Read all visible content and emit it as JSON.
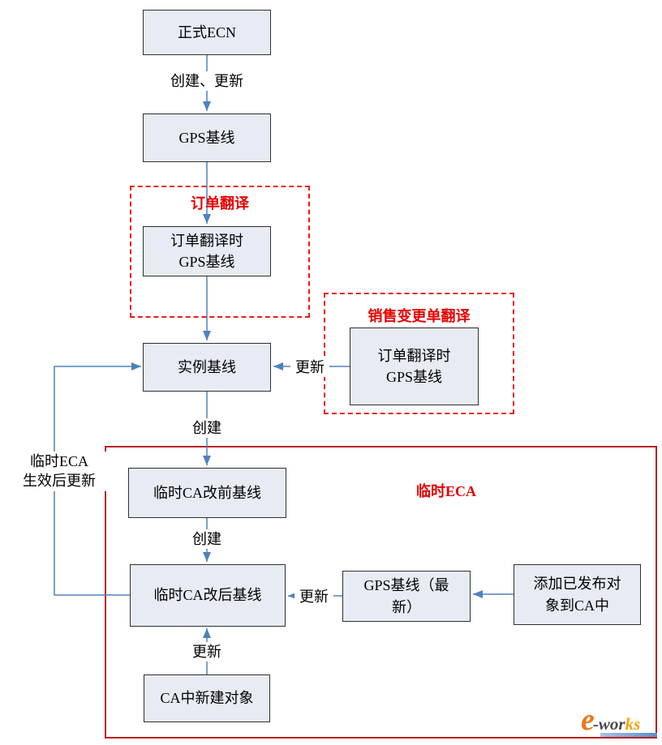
{
  "colors": {
    "node_fill": "#e7ecf4",
    "node_border": "#2f2f2f",
    "edge": "#4f81bd",
    "dashed_container": "#ec1c1c",
    "solid_container": "#bb2025",
    "container_title": "#e60000",
    "text": "#000000",
    "logo_orange": "#e8791e",
    "logo_gold": "#f0a30a",
    "logo_gray": "#4a4a4a"
  },
  "nodes": {
    "formal_ecn": "正式ECN",
    "gps_baseline": "GPS基线",
    "order_translation_gps": "订单翻译时\nGPS基线",
    "instance_baseline": "实例基线",
    "sales_translation_gps": "订单翻译时\nGPS基线",
    "temp_ca_before": "临时CA改前基线",
    "temp_ca_after": "临时CA改后基线",
    "gps_baseline_latest": "GPS基线（最\n新）",
    "add_released_objects": "添加已发布对\n象到CA中",
    "ca_new_objects": "CA中新建对象"
  },
  "containers": {
    "order_translation": "订单翻译",
    "sales_change_translation": "销售变更单翻译",
    "temp_eca": "临时ECA"
  },
  "edge_labels": {
    "create_update": "创建、更新",
    "create_instance": "创建",
    "update_from_sales": "更新",
    "create_ca_after": "创建",
    "update_from_latest": "更新",
    "update_from_new": "更新",
    "feedback": "临时ECA\n生效后更新"
  },
  "logo": {
    "e": "e",
    "wor": "-wor",
    "ks": "ks"
  }
}
